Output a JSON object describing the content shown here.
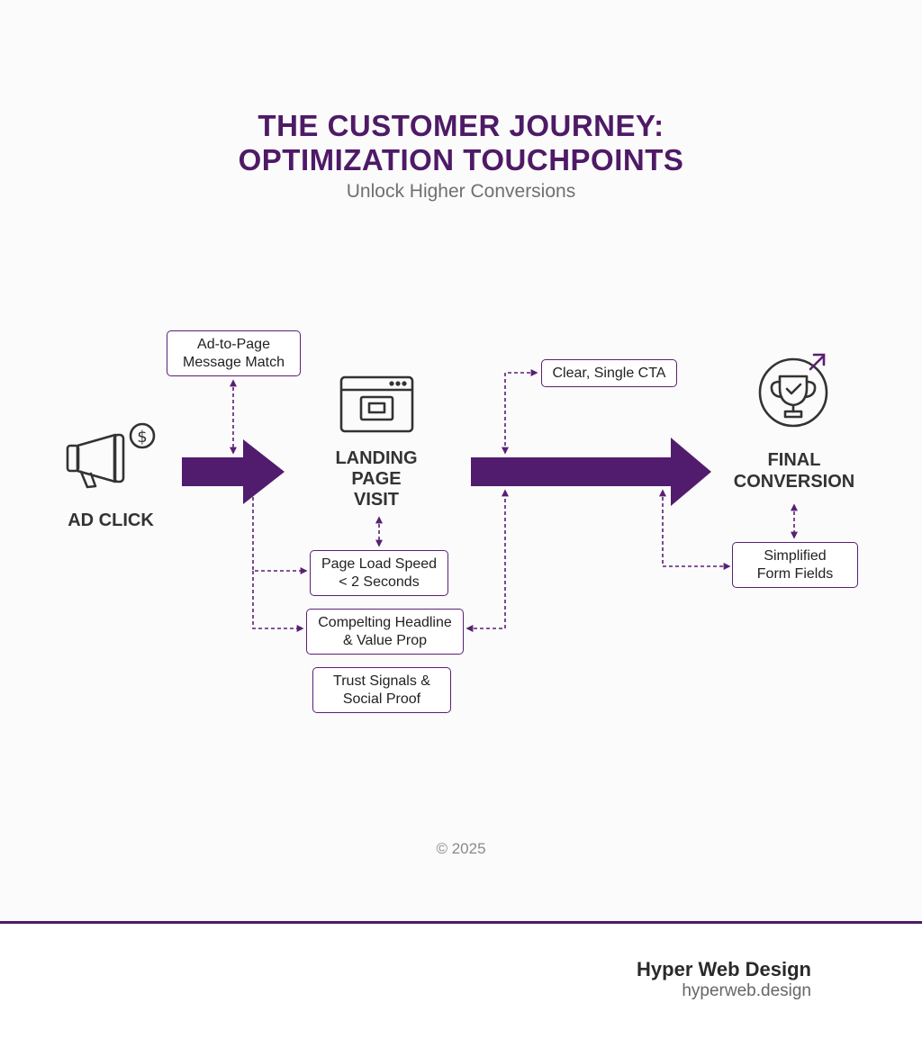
{
  "header": {
    "title_line1": "THE CUSTOMER JOURNEY:",
    "title_line2": "OPTIMIZATION TOUCHPOINTS",
    "subtitle": "Unlock Higher Conversions"
  },
  "stages": [
    {
      "label": "AD CLICK",
      "icon": "megaphone-dollar-icon"
    },
    {
      "label_lines": [
        "LANDING",
        "PAGE",
        "VISIT"
      ],
      "icon": "browser-window-icon"
    },
    {
      "label_lines": [
        "FINAL",
        "CONVERSION"
      ],
      "icon": "trophy-icon"
    }
  ],
  "touchpoints": {
    "message_match": "Ad-to-Page\nMessage Match",
    "page_speed": "Page Load Speed\n< 2 Seconds",
    "headline": "Compelting Headline\n& Value Prop",
    "trust": "Trust Signals &\nSocial Proof",
    "cta": "Clear, Single CTA",
    "form": "Simplified\nForm Fields"
  },
  "copyright": "© 2025",
  "footer": {
    "brand_name": "Hyper Web Design",
    "brand_url": "hyperweb.design",
    "logo_icon": "globe-logo-icon"
  },
  "colors": {
    "accent": "#4e1a66",
    "arrow": "#521c6e",
    "text_dark": "#333333",
    "text_muted": "#707070"
  }
}
